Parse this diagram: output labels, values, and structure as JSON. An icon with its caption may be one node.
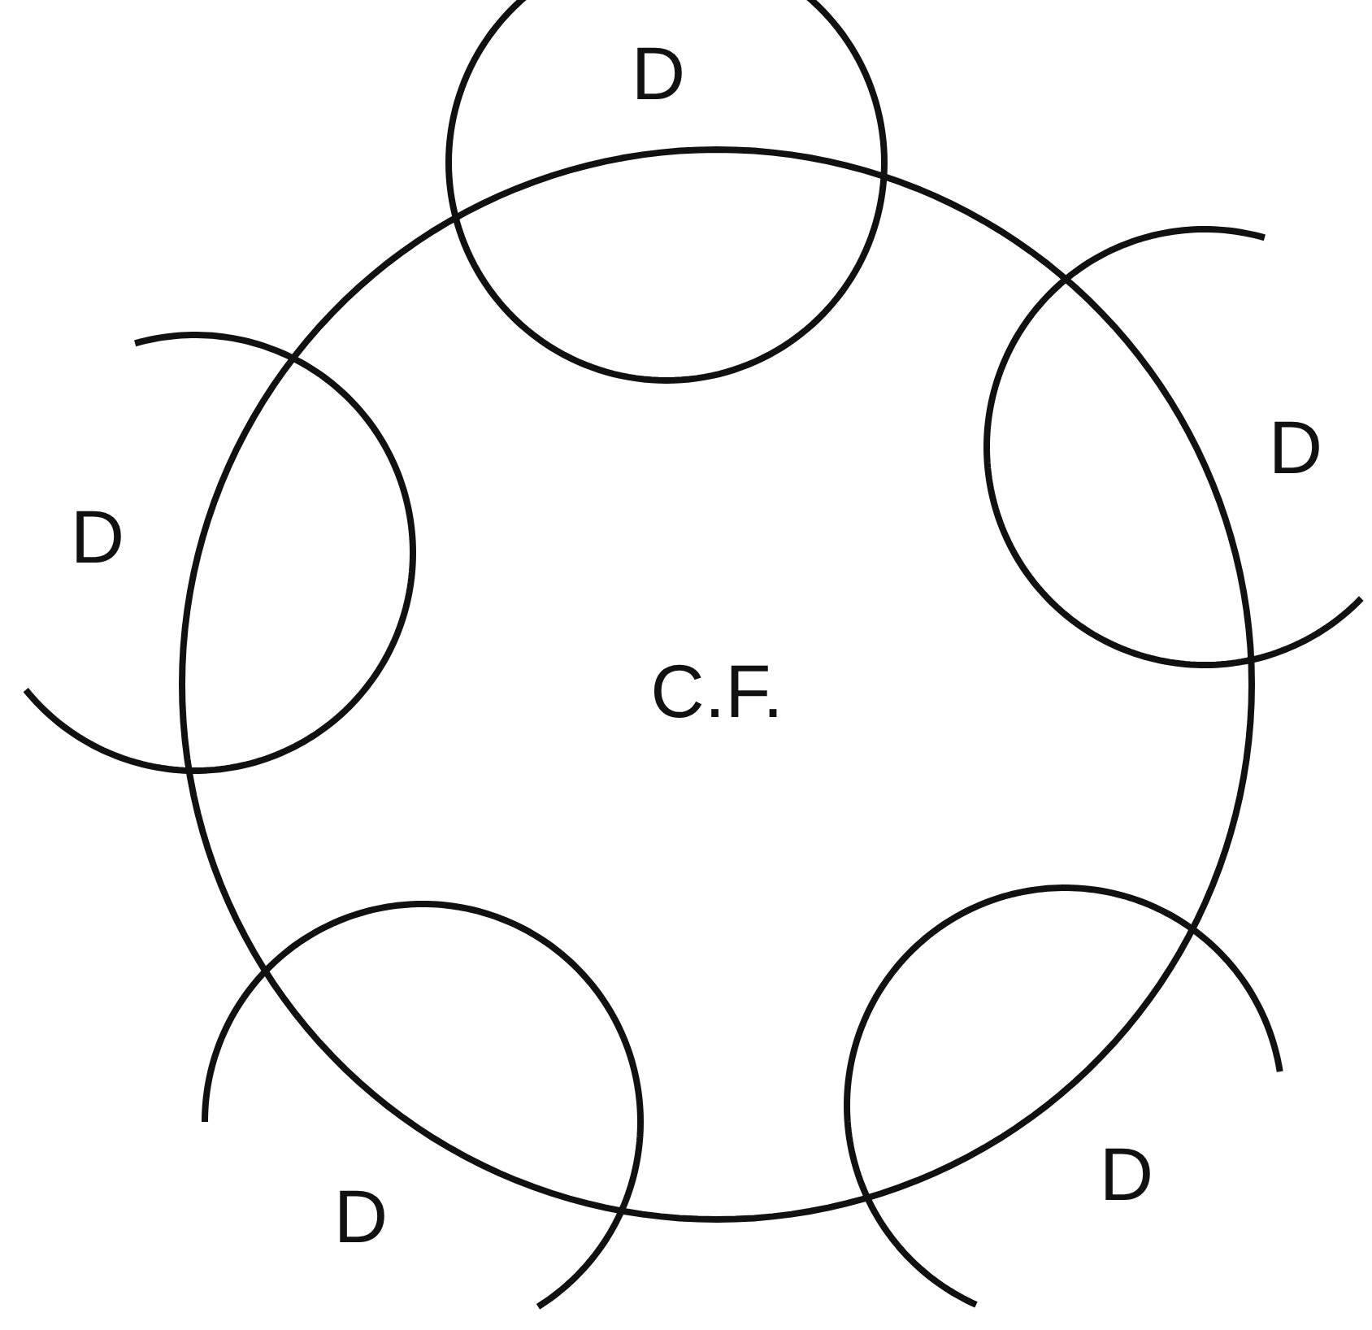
{
  "diagram": {
    "nodes": [
      {
        "text": [
          "C.F."
        ]
      },
      {
        "text": [
          "D"
        ]
      },
      {
        "text": [
          "D"
        ]
      },
      {
        "text": [
          "D"
        ]
      },
      {
        "text": [
          "D"
        ]
      },
      {
        "text": [
          "D"
        ]
      }
    ]
  }
}
